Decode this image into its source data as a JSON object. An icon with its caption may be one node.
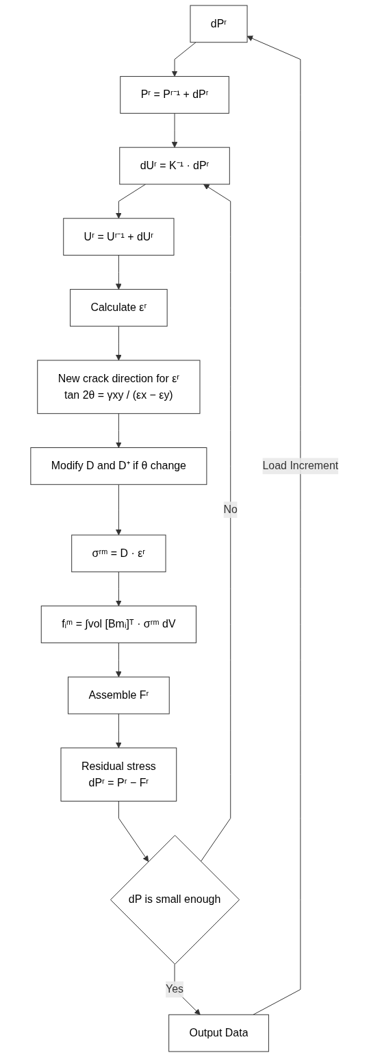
{
  "diagram": {
    "nodes": [
      {
        "text": [
          "dPʳ"
        ]
      },
      {
        "text": [
          "Pʳ = Pʳ⁻¹ + dPʳ"
        ]
      },
      {
        "text": [
          "dUʳ = K⁻¹ · dPʳ"
        ]
      },
      {
        "text": [
          "Uʳ = Uʳ⁻¹ + dUʳ"
        ]
      },
      {
        "text": [
          "Calculate εʳ"
        ]
      },
      {
        "text": [
          "New crack direction for εʳ",
          "tan 2θ = γxy / (εx − εy)"
        ]
      },
      {
        "text": [
          "Modify D and D⁺ if θ change"
        ]
      },
      {
        "text": [
          "σʳᵐ = D · εʳ"
        ]
      },
      {
        "text": [
          "fᵢᵐ = ∫vol [Bmᵢ]ᵀ · σʳᵐ dV"
        ]
      },
      {
        "text": [
          "Assemble Fʳ"
        ]
      },
      {
        "text": [
          "Residual stress",
          "dPʳ = Pʳ − Fʳ"
        ]
      },
      {
        "text": [
          "dP is small enough"
        ]
      },
      {
        "text": [
          "Output Data"
        ]
      }
    ],
    "edges": [
      {
        "from": 0,
        "to": 1,
        "arrow": "to"
      },
      {
        "from": 1,
        "to": 2,
        "arrow": "to"
      },
      {
        "from": 2,
        "to": 3,
        "arrow": "to"
      },
      {
        "from": 3,
        "to": 4,
        "arrow": "to"
      },
      {
        "from": 4,
        "to": 5,
        "arrow": "to"
      },
      {
        "from": 5,
        "to": 6,
        "arrow": "to"
      },
      {
        "from": 6,
        "to": 7,
        "arrow": "to"
      },
      {
        "from": 7,
        "to": 8,
        "arrow": "to"
      },
      {
        "from": 8,
        "to": 9,
        "arrow": "to"
      },
      {
        "from": 9,
        "to": 10,
        "arrow": "to"
      },
      {
        "from": 10,
        "to": 11,
        "arrow": "to"
      },
      {
        "from": 11,
        "to": 2,
        "arrow": "to",
        "label": "No"
      },
      {
        "from": 11,
        "to": 12,
        "arrow": "to",
        "label": "Yes"
      },
      {
        "from": 12,
        "to": 0,
        "arrow": "to",
        "label": "Load Increment"
      }
    ]
  }
}
